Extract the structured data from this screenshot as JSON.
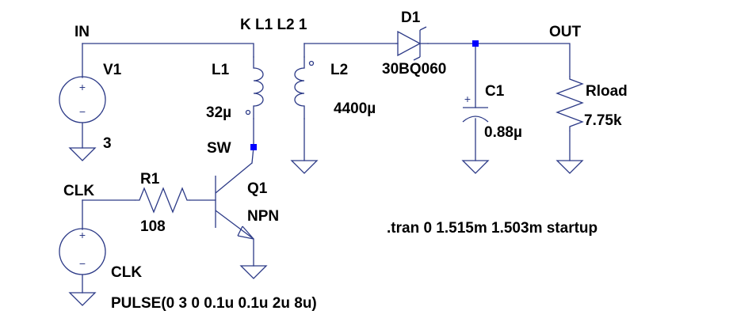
{
  "title": "",
  "nets": {
    "in": "IN",
    "out": "OUT",
    "sw": "SW",
    "clk": "CLK"
  },
  "components": {
    "v1": {
      "name": "V1",
      "value": "3"
    },
    "v2": {
      "name": "CLK",
      "value": "PULSE(0 3 0 0.1u 0.1u 2u 8u)"
    },
    "l1": {
      "name": "L1",
      "value": "32µ"
    },
    "l2": {
      "name": "L2",
      "value": "4400µ"
    },
    "d1": {
      "name": "D1",
      "value": "30BQ060"
    },
    "c1": {
      "name": "C1",
      "value": "0.88µ"
    },
    "rload": {
      "name": "Rload",
      "value": "7.75k"
    },
    "r1": {
      "name": "R1",
      "value": "108"
    },
    "q1": {
      "name": "Q1",
      "value": "NPN"
    }
  },
  "directives": {
    "coupling": "K L1 L2 1",
    "tran": ".tran 0 1.515m 1.503m startup"
  },
  "symbols": {
    "plus": "+",
    "minus": "−",
    "cap_plus": "+"
  },
  "colors": {
    "wire": "#2c3a87",
    "junction": "#0000ff",
    "text": "#000000"
  }
}
